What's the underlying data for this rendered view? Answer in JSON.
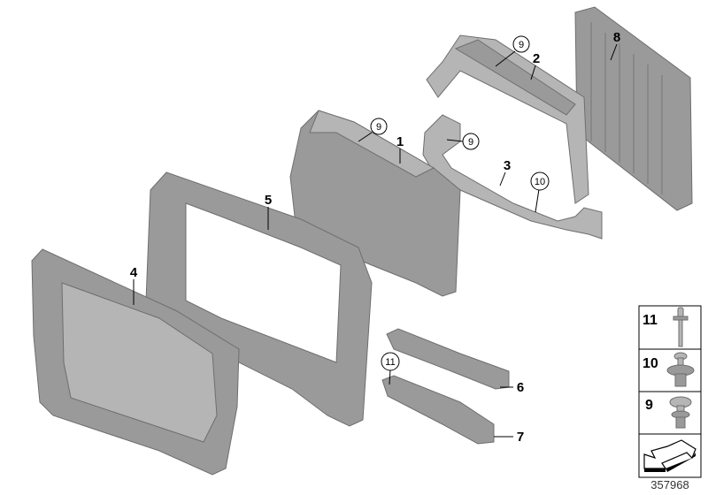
{
  "diagram": {
    "callouts": [
      {
        "id": "8",
        "circled": false
      },
      {
        "id": "9",
        "circled": true
      },
      {
        "id": "2",
        "circled": false
      },
      {
        "id": "9",
        "circled": true
      },
      {
        "id": "1",
        "circled": false
      },
      {
        "id": "9",
        "circled": true
      },
      {
        "id": "3",
        "circled": false
      },
      {
        "id": "10",
        "circled": true
      },
      {
        "id": "5",
        "circled": false
      },
      {
        "id": "4",
        "circled": false
      },
      {
        "id": "11",
        "circled": true
      },
      {
        "id": "6",
        "circled": false
      },
      {
        "id": "7",
        "circled": false
      }
    ],
    "legend": [
      {
        "id": "11",
        "icon": "rivet-icon"
      },
      {
        "id": "10",
        "icon": "expanding-rivet-icon"
      },
      {
        "id": "9",
        "icon": "push-clip-icon"
      }
    ],
    "direction_icon": "front-arrow-icon",
    "image_number": "357968"
  }
}
